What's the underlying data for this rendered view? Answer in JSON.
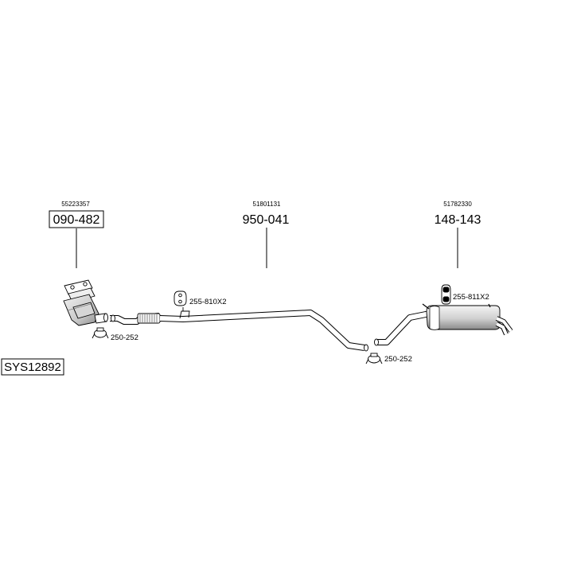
{
  "diagram": {
    "system_id": "SYS12892",
    "parts": [
      {
        "oem": "55223357",
        "number": "090-482"
      },
      {
        "oem": "51801131",
        "number": "950-041"
      },
      {
        "oem": "51782330",
        "number": "148-143"
      }
    ],
    "accessories": [
      {
        "label": "255-810X2",
        "kind": "rubber-hanger"
      },
      {
        "label": "250-252",
        "kind": "pipe-clamp"
      },
      {
        "label": "250-252",
        "kind": "pipe-clamp"
      },
      {
        "label": "255-811X2",
        "kind": "rubber-hanger"
      }
    ],
    "colors": {
      "line": "#000000",
      "part_fill": "#ffffff",
      "shading": "#b0b0b0"
    }
  }
}
